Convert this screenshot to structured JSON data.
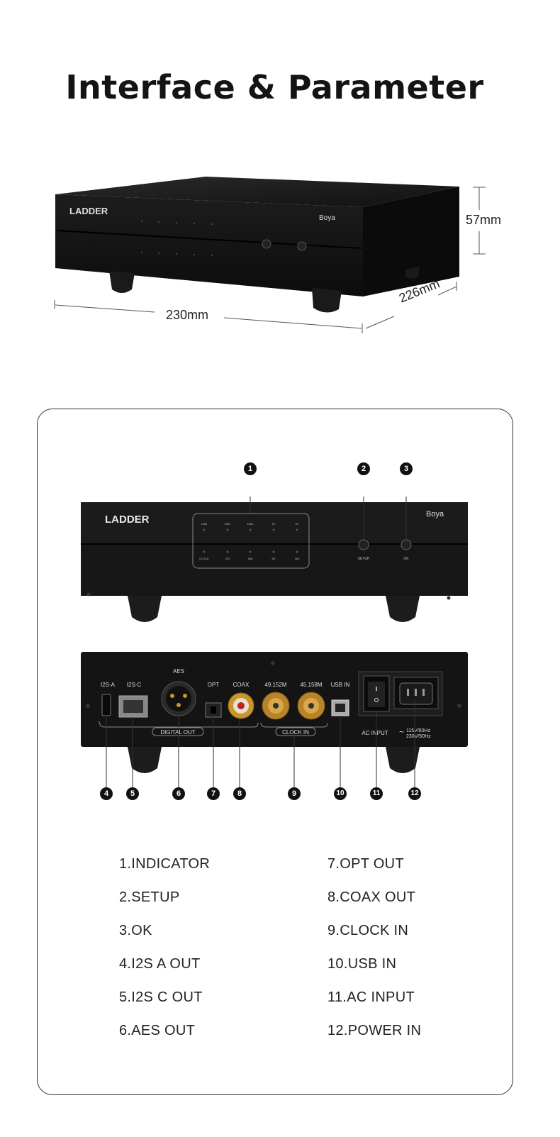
{
  "header": {
    "title": "Interface & Parameter"
  },
  "dimensions": {
    "height": "57mm",
    "width": "230mm",
    "depth": "226mm"
  },
  "device": {
    "brand": "LADDER",
    "model": "Boya"
  },
  "front_panel": {
    "indicators_top": [
      "USB",
      "DSD",
      "44K1",
      "2X",
      "4X"
    ],
    "indicators_bottom": [
      "CLOCK",
      "I2S",
      "48K",
      "8X",
      "16X"
    ],
    "setup_label": "SETUP",
    "ok_label": "OK"
  },
  "rear_panel": {
    "i2s_a": "I2S-A",
    "i2s_c": "I2S-C",
    "aes": "AES",
    "opt": "OPT",
    "coax": "COAX",
    "clock1": "49.152M",
    "clock2": "45.158M",
    "usb_in": "USB IN",
    "digital_out": "DIGITAL OUT",
    "clock_in": "CLOCK IN",
    "ac_input": "AC INPUT",
    "voltage_1": "115V/60Hz",
    "voltage_2": "230V/50Hz"
  },
  "callouts": [
    "1",
    "2",
    "3",
    "4",
    "5",
    "6",
    "7",
    "8",
    "9",
    "10",
    "11",
    "12"
  ],
  "parameters": {
    "left": [
      "1.INDICATOR",
      "2.SETUP",
      "3.OK",
      "4.I2S A OUT",
      "5.I2S C OUT",
      "6.AES OUT"
    ],
    "right": [
      "7.OPT OUT",
      "8.COAX OUT",
      "9.CLOCK IN",
      "10.USB IN",
      "11.AC INPUT",
      "12.POWER IN"
    ]
  },
  "colors": {
    "chassis": "#151515",
    "gold": "#c8962a",
    "text": "#222222"
  }
}
